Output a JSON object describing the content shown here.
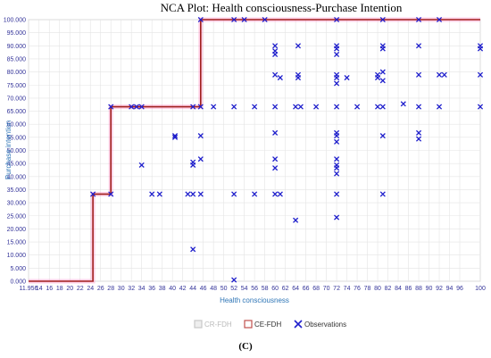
{
  "chart_data": {
    "type": "scatter",
    "title": "NCA Plot: Health consciousness-Purchase Intention",
    "xlabel": "Health consciousness",
    "ylabel": "Purchase intention",
    "xlim": [
      11.956,
      100
    ],
    "ylim": [
      0,
      100
    ],
    "x_ticks": [
      "11.956",
      "14",
      "16",
      "18",
      "20",
      "22",
      "24",
      "26",
      "28",
      "30",
      "32",
      "34",
      "36",
      "38",
      "40",
      "42",
      "44",
      "46",
      "48",
      "50",
      "52",
      "54",
      "56",
      "58",
      "60",
      "62",
      "64",
      "66",
      "68",
      "70",
      "72",
      "74",
      "76",
      "78",
      "80",
      "82",
      "84",
      "86",
      "88",
      "90",
      "92",
      "94",
      "96",
      "100"
    ],
    "y_ticks": [
      "0.000",
      "5.000",
      "10.000",
      "15.000",
      "20.000",
      "25.000",
      "30.000",
      "35.000",
      "40.000",
      "45.000",
      "50.000",
      "55.000",
      "60.000",
      "65.000",
      "70.000",
      "75.000",
      "80.000",
      "85.000",
      "90.000",
      "95.000",
      "100.000"
    ],
    "grid": true,
    "legend": {
      "position": "bottom",
      "entries": [
        {
          "label": "CR-FDH",
          "color": "#c8c8c8",
          "marker": "square"
        },
        {
          "label": "CE-FDH",
          "color": "#c0504d",
          "marker": "square"
        },
        {
          "label": "Observations",
          "color": "#1f1fcc",
          "marker": "x"
        }
      ]
    },
    "ce_fdh": {
      "x": [
        11.956,
        24.5,
        24.5,
        28,
        28,
        45.5,
        45.5,
        100
      ],
      "y": [
        0,
        0,
        33.3,
        33.3,
        66.7,
        66.7,
        100,
        100
      ]
    },
    "observations": [
      {
        "x": 24.5,
        "y": 33.3
      },
      {
        "x": 28,
        "y": 33.3
      },
      {
        "x": 28,
        "y": 66.7
      },
      {
        "x": 32,
        "y": 66.7
      },
      {
        "x": 33,
        "y": 66.7
      },
      {
        "x": 34,
        "y": 66.7
      },
      {
        "x": 34,
        "y": 44.4
      },
      {
        "x": 36,
        "y": 33.3
      },
      {
        "x": 37.5,
        "y": 33.3
      },
      {
        "x": 40.5,
        "y": 55.6
      },
      {
        "x": 40.5,
        "y": 55
      },
      {
        "x": 43,
        "y": 33.3
      },
      {
        "x": 44,
        "y": 33.3
      },
      {
        "x": 44,
        "y": 66.7
      },
      {
        "x": 44,
        "y": 44.4
      },
      {
        "x": 44,
        "y": 45.5
      },
      {
        "x": 44,
        "y": 12.2
      },
      {
        "x": 45.5,
        "y": 66.7
      },
      {
        "x": 45.5,
        "y": 100
      },
      {
        "x": 45.5,
        "y": 55.6
      },
      {
        "x": 45.5,
        "y": 46.7
      },
      {
        "x": 45.5,
        "y": 33.3
      },
      {
        "x": 48,
        "y": 66.7
      },
      {
        "x": 52,
        "y": 100
      },
      {
        "x": 52,
        "y": 66.7
      },
      {
        "x": 52,
        "y": 33.3
      },
      {
        "x": 52,
        "y": 0.5
      },
      {
        "x": 54,
        "y": 100
      },
      {
        "x": 56,
        "y": 66.7
      },
      {
        "x": 56,
        "y": 33.3
      },
      {
        "x": 58,
        "y": 100
      },
      {
        "x": 60,
        "y": 90
      },
      {
        "x": 60,
        "y": 88
      },
      {
        "x": 60,
        "y": 86.7
      },
      {
        "x": 60,
        "y": 78.9
      },
      {
        "x": 60,
        "y": 66.7
      },
      {
        "x": 60,
        "y": 56.7
      },
      {
        "x": 60,
        "y": 46.7
      },
      {
        "x": 60,
        "y": 43.3
      },
      {
        "x": 60,
        "y": 33.3
      },
      {
        "x": 61,
        "y": 77.8
      },
      {
        "x": 61,
        "y": 33.3
      },
      {
        "x": 64,
        "y": 66.7
      },
      {
        "x": 64,
        "y": 23.3
      },
      {
        "x": 65,
        "y": 66.7
      },
      {
        "x": 64.5,
        "y": 90
      },
      {
        "x": 64.5,
        "y": 78.9
      },
      {
        "x": 64.5,
        "y": 77.8
      },
      {
        "x": 68,
        "y": 66.7
      },
      {
        "x": 72,
        "y": 100
      },
      {
        "x": 72,
        "y": 90
      },
      {
        "x": 72,
        "y": 88.9
      },
      {
        "x": 72,
        "y": 86.7
      },
      {
        "x": 72,
        "y": 78.9
      },
      {
        "x": 72,
        "y": 77.8
      },
      {
        "x": 72,
        "y": 75.6
      },
      {
        "x": 72,
        "y": 66.7
      },
      {
        "x": 72,
        "y": 56.7
      },
      {
        "x": 72,
        "y": 55.6
      },
      {
        "x": 72,
        "y": 53.3
      },
      {
        "x": 72,
        "y": 46.7
      },
      {
        "x": 72,
        "y": 44.4
      },
      {
        "x": 72,
        "y": 43.3
      },
      {
        "x": 72,
        "y": 41.1
      },
      {
        "x": 72,
        "y": 33.3
      },
      {
        "x": 72,
        "y": 24.4
      },
      {
        "x": 74,
        "y": 77.8
      },
      {
        "x": 76,
        "y": 66.7
      },
      {
        "x": 80,
        "y": 66.7
      },
      {
        "x": 80,
        "y": 78.9
      },
      {
        "x": 80,
        "y": 77.8
      },
      {
        "x": 81,
        "y": 100
      },
      {
        "x": 81,
        "y": 90
      },
      {
        "x": 81,
        "y": 88.9
      },
      {
        "x": 81,
        "y": 80
      },
      {
        "x": 81,
        "y": 76.7
      },
      {
        "x": 81,
        "y": 66.7
      },
      {
        "x": 81,
        "y": 55.6
      },
      {
        "x": 81,
        "y": 33.3
      },
      {
        "x": 85,
        "y": 67.8
      },
      {
        "x": 88,
        "y": 100
      },
      {
        "x": 88,
        "y": 90
      },
      {
        "x": 88,
        "y": 78.9
      },
      {
        "x": 88,
        "y": 66.7
      },
      {
        "x": 88,
        "y": 56.7
      },
      {
        "x": 88,
        "y": 54.4
      },
      {
        "x": 92,
        "y": 100
      },
      {
        "x": 92,
        "y": 78.9
      },
      {
        "x": 92,
        "y": 66.7
      },
      {
        "x": 93,
        "y": 78.9
      },
      {
        "x": 100,
        "y": 90
      },
      {
        "x": 100,
        "y": 88.9
      },
      {
        "x": 100,
        "y": 78.9
      },
      {
        "x": 100,
        "y": 66.7
      }
    ]
  },
  "panel_label": "(C)"
}
